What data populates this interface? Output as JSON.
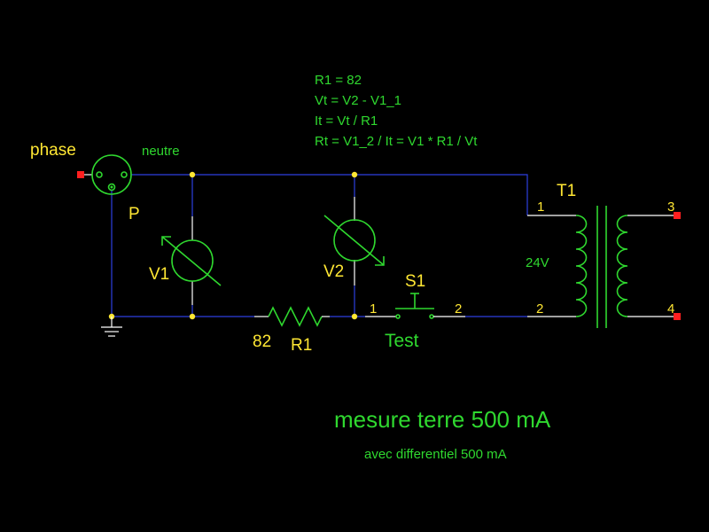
{
  "formulas": {
    "line1": "R1  = 82",
    "line2": "Vt = V2 - V1_1",
    "line3": "It = Vt / R1",
    "line4": "Rt = V1_2 / It = V1 * R1 / Vt"
  },
  "labels": {
    "phase": "phase",
    "neutre": "neutre",
    "plug": "P",
    "v1": "V1",
    "v2": "V2",
    "r1_value": "82",
    "r1_name": "R1",
    "switch_name": "S1",
    "switch_pin1": "1",
    "switch_pin2": "2",
    "switch_caption": "Test",
    "transformer_name": "T1",
    "transformer_voltage": "24V",
    "t_pin1": "1",
    "t_pin2": "2",
    "t_pin3": "3",
    "t_pin4": "4"
  },
  "title": "mesure terre 500 mA",
  "subtitle": "avec differentiel 500 mA",
  "colors": {
    "background": "#000000",
    "component": "#2fd82f",
    "wire": "#2c3fe0",
    "label": "#ffe733",
    "terminal": "#ff1f1f"
  }
}
